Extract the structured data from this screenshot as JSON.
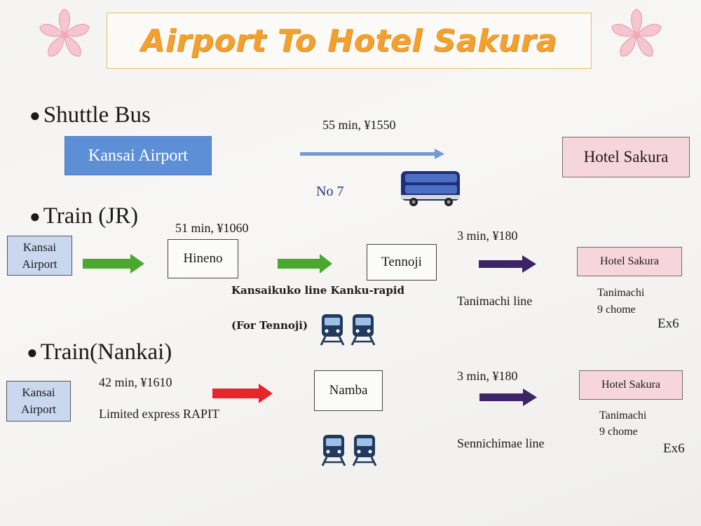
{
  "title": "Airport To Hotel Sakura",
  "colors": {
    "title_orange": "#f2a130",
    "blue_box": "#5d8fd6",
    "pink_box": "#f6d6dc",
    "light_blue_box": "#c9d8ee",
    "green_arrow": "#4aa82e",
    "red_arrow": "#e8262a",
    "purple_arrow": "#3d2466",
    "blue_arrow": "#6f9ad6"
  },
  "icons": [
    "sakura-flower-icon",
    "double-decker-bus-icon",
    "train-icon"
  ],
  "shuttle": {
    "heading": "Shuttle Bus",
    "origin": "Kansai Airport",
    "info": "55 min, ¥1550",
    "route": "No 7",
    "destination": "Hotel Sakura"
  },
  "jr": {
    "heading": "Train (JR)",
    "origin": "Kansai Airport",
    "leg1_info": "51 min, ¥1060",
    "stop1": "Hineno",
    "stop2": "Tennoji",
    "line1": "Kansaikuko line Kanku-rapid",
    "line1_note": "(For Tennoji)",
    "leg2_info": "3 min, ¥180",
    "line2": "Tanimachi line",
    "destination": "Hotel Sakura",
    "station": "Tanimachi",
    "station2": "9 chome",
    "exit": "Ex6"
  },
  "nankai": {
    "heading": "Train(Nankai)",
    "origin": "Kansai Airport",
    "leg1_info": "42 min, ¥1610",
    "line1": "Limited express RAPIT",
    "stop1": "Namba",
    "leg2_info": "3 min, ¥180",
    "line2": "Sennichimae line",
    "destination": "Hotel Sakura",
    "station": "Tanimachi",
    "station2": "9 chome",
    "exit": "Ex6"
  }
}
